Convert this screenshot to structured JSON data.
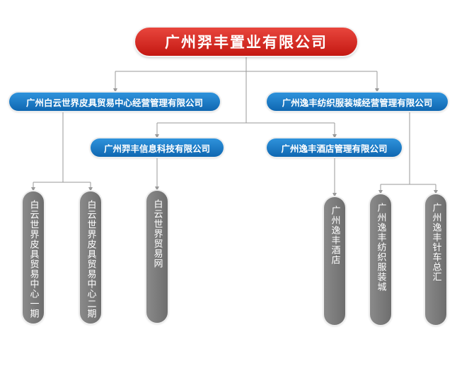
{
  "root": {
    "label": "广州羿丰置业有限公司"
  },
  "level1": {
    "baiyun_mgmt": "广州白云世界皮具贸易中心经营管理有限公司",
    "yifeng_info": "广州羿丰信息科技有限公司",
    "hotel_mgmt": "广州逸丰酒店管理有限公司",
    "textile_mgmt": "广州逸丰纺织服装城经营管理有限公司"
  },
  "level2": {
    "phase1": "白云世界皮具贸易中心一期",
    "phase2": "白云世界皮具贸易中心二期",
    "trade_net": "白云世界贸易网",
    "hotel": "广州逸丰酒店",
    "textile_city": "广州逸丰纺织服装城",
    "needle_car": "广州逸丰针车总汇"
  },
  "colors": {
    "root": "#d42a22",
    "mid": "#1a78c2",
    "leaf": "#7d7d7d",
    "connector": "#9a9a9a"
  }
}
